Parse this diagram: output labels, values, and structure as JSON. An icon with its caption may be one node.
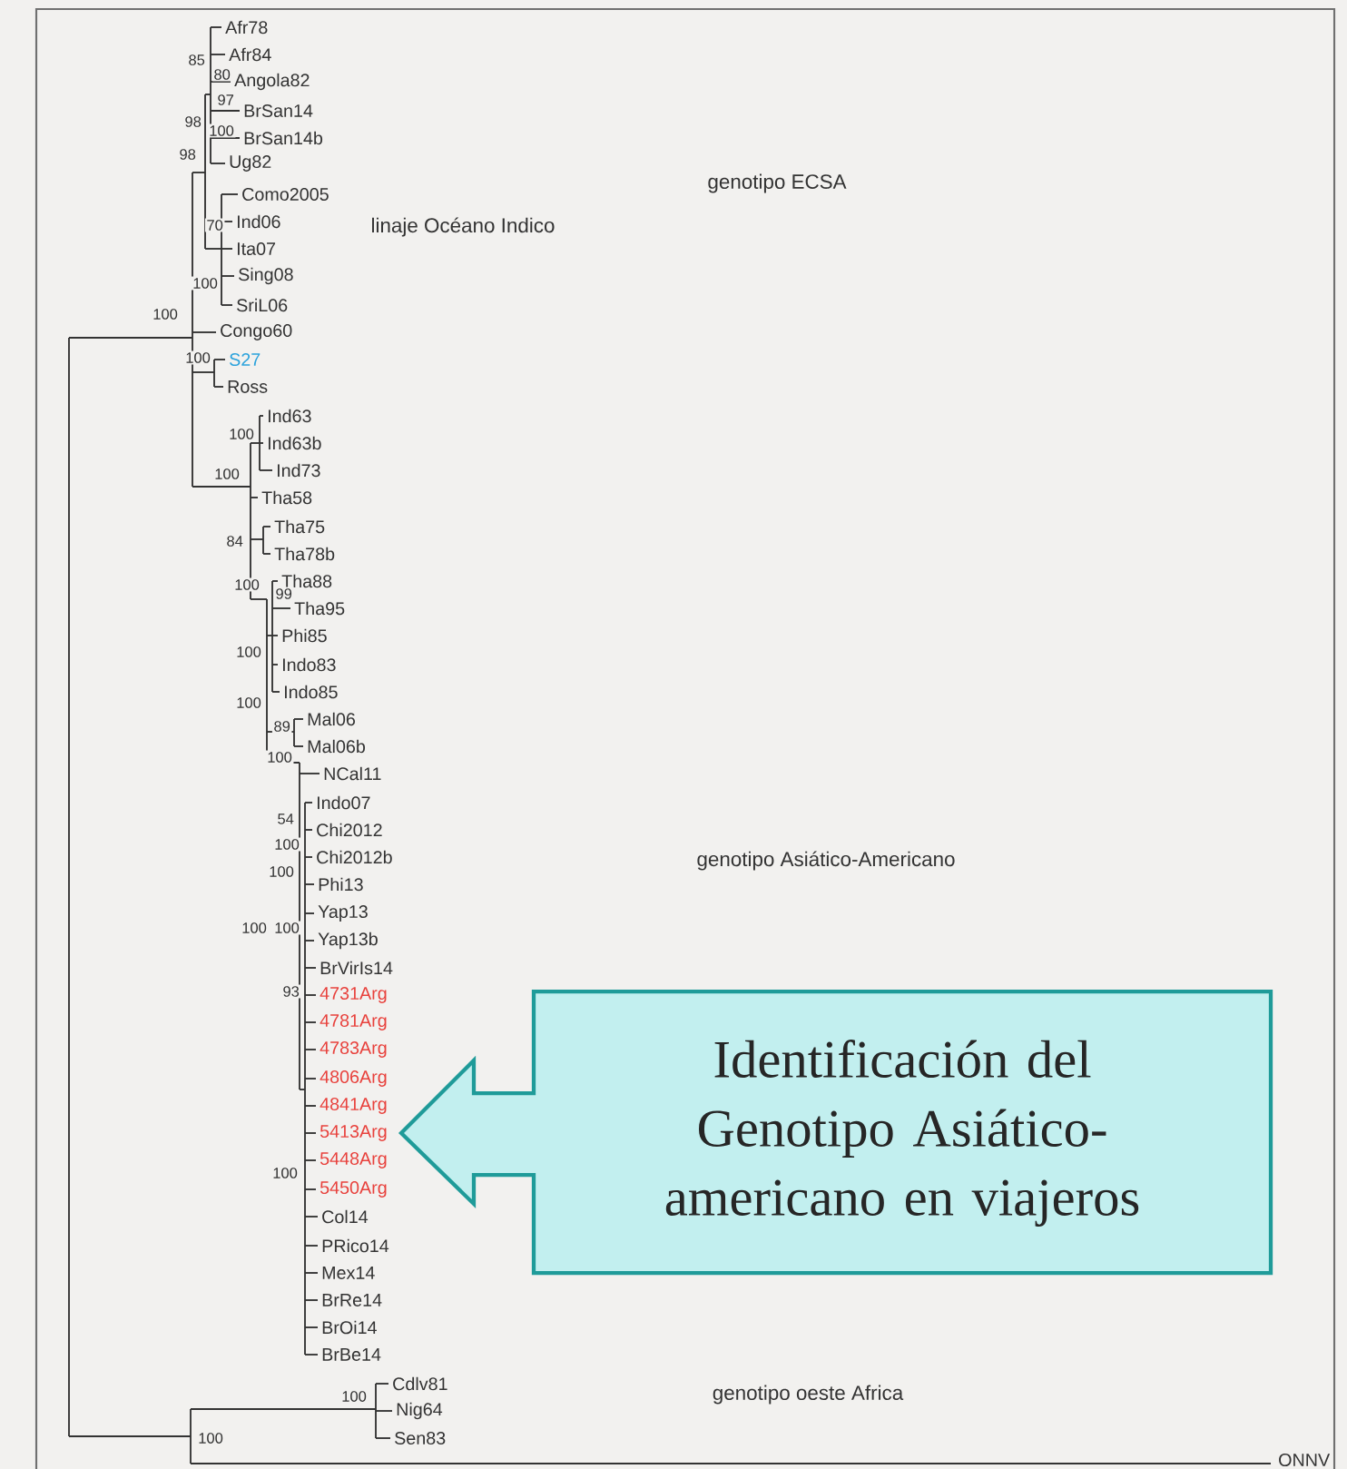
{
  "diagram": {
    "nodes": [
      {
        "text": [
          "Identificación del Genotipo Asiático-americano en viajeros"
        ]
      }
    ],
    "labels": [
      "Afr78",
      "Afr84",
      "85",
      "80",
      "Angola82",
      "97",
      "BrSan14",
      "98",
      "100",
      "BrSan14b",
      "98",
      "Ug82",
      "genotipo ECSA",
      "Como2005",
      "Ind06",
      "70",
      "linaje Océano Indico",
      "Ita07",
      "Sing08",
      "100",
      "SriL06",
      "100",
      "Congo60",
      "100",
      "S27",
      "Ross",
      "Ind63",
      "100",
      "Ind63b",
      "Ind73",
      "100",
      "Tha58",
      "Tha75",
      "84",
      "Tha78b",
      "Tha88",
      "100",
      "99",
      "Tha95",
      "Phi85",
      "100",
      "Indo83",
      "Indo85",
      "100",
      "Mal06",
      "89",
      "Mal06b",
      "100",
      "NCal11",
      "Indo07",
      "54",
      "Chi2012",
      "100",
      "Chi2012b",
      "genotipo Asiático-Americano",
      "100",
      "Phi13",
      "Yap13",
      "100",
      "100",
      "Yap13b",
      "BrVirIs14",
      "93",
      "4731Arg",
      "4781Arg",
      "4783Arg",
      "4806Arg",
      "4841Arg",
      "5413Arg",
      "5448Arg",
      "100",
      "5450Arg",
      "Col14",
      "PRico14",
      "Mex14",
      "BrRe14",
      "BrOi14",
      "BrBe14",
      "Cdlv81",
      "genotipo oeste Africa",
      "100",
      "Nig64",
      "100",
      "Sen83",
      "ONNV"
    ]
  }
}
